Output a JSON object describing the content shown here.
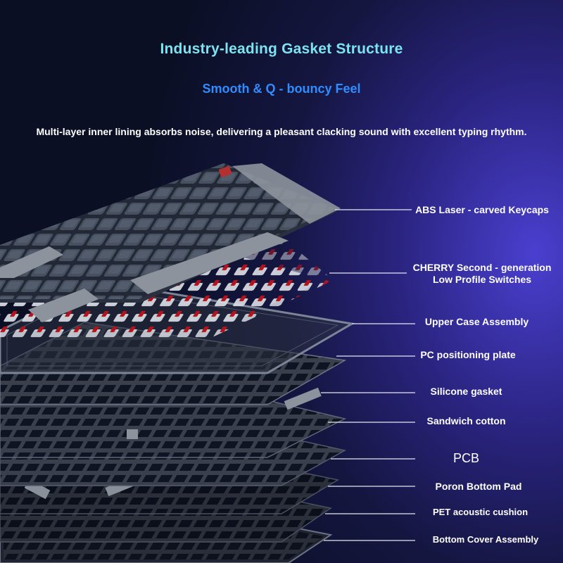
{
  "header": {
    "title": "Industry-leading Gasket Structure",
    "subtitle": "Smooth & Q - bouncy Feel",
    "description": "Multi-layer inner lining absorbs noise, delivering a pleasant clacking sound with excellent typing rhythm."
  },
  "layers": {
    "keycaps": "ABS Laser - carved Keycaps",
    "switches_line1": "CHERRY Second - generation",
    "switches_line2": "Low Profile Switches",
    "upper_case": "Upper Case Assembly",
    "plate": "PC positioning plate",
    "gasket": "Silicone gasket",
    "cotton": "Sandwich cotton",
    "pcb": "PCB",
    "poron": "Poron Bottom Pad",
    "pet": "PET acoustic cushion",
    "bottom_cover": "Bottom Cover Assembly"
  },
  "colors": {
    "title": "#7de3f0",
    "subtitle": "#2f8dff",
    "switch_stem": "#b3131b",
    "keycap_dark": "#3e4656",
    "keycap_light": "#8d939c"
  },
  "icons": [
    "keyboard-exploded-illustration"
  ]
}
